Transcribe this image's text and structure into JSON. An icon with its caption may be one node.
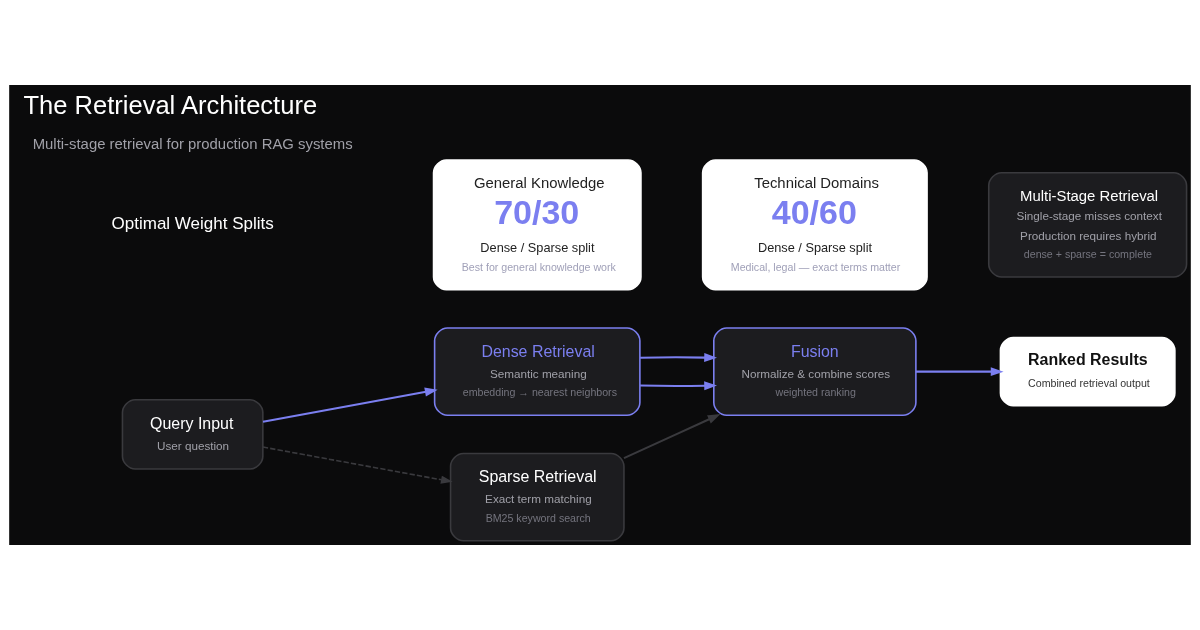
{
  "diagram": {
    "title": "The Retrieval Architecture",
    "nodes": [
      {
        "text": [
          "Query Input",
          "User question"
        ]
      },
      {
        "text": [
          "Dense Retrieval",
          "Semantic meaning",
          "embedding → nearest neighbors"
        ]
      },
      {
        "text": [
          "Sparse Retrieval",
          "Exact term matching",
          "BM25 keyword search"
        ]
      },
      {
        "text": [
          "Fusion",
          "Normalize & combine scores",
          "weighted ranking"
        ]
      },
      {
        "text": [
          "Ranked Results",
          "Combined retrieval output"
        ]
      },
      {
        "text": [
          "General Knowledge",
          "70/30",
          "Dense / Sparse split",
          "Best for general knowledge work"
        ]
      },
      {
        "text": [
          "Technical Domains",
          "40/60",
          "Dense / Sparse split",
          "Medical, legal — exact terms matter"
        ]
      },
      {
        "text": [
          "Multi-Stage Retrieval",
          "Single-stage misses context",
          "Production requires hybrid",
          "dense + sparse = complete"
        ]
      }
    ],
    "edges": [
      {
        "from": 0,
        "to": 1,
        "arrow": "to"
      },
      {
        "from": 0,
        "to": 2,
        "arrow": "to",
        "style": "dashed",
        "color": "#3a3a3e"
      },
      {
        "from": 1,
        "to": 3,
        "arrow": "to"
      },
      {
        "from": 1,
        "to": 3,
        "arrow": "to"
      },
      {
        "from": 2,
        "to": 3,
        "arrow": "to",
        "color": "#3a3a3e"
      },
      {
        "from": 3,
        "to": 4,
        "arrow": "to"
      }
    ],
    "labels": [
      "Multi-stage retrieval for production RAG systems",
      "Optimal Weight Splits"
    ]
  }
}
